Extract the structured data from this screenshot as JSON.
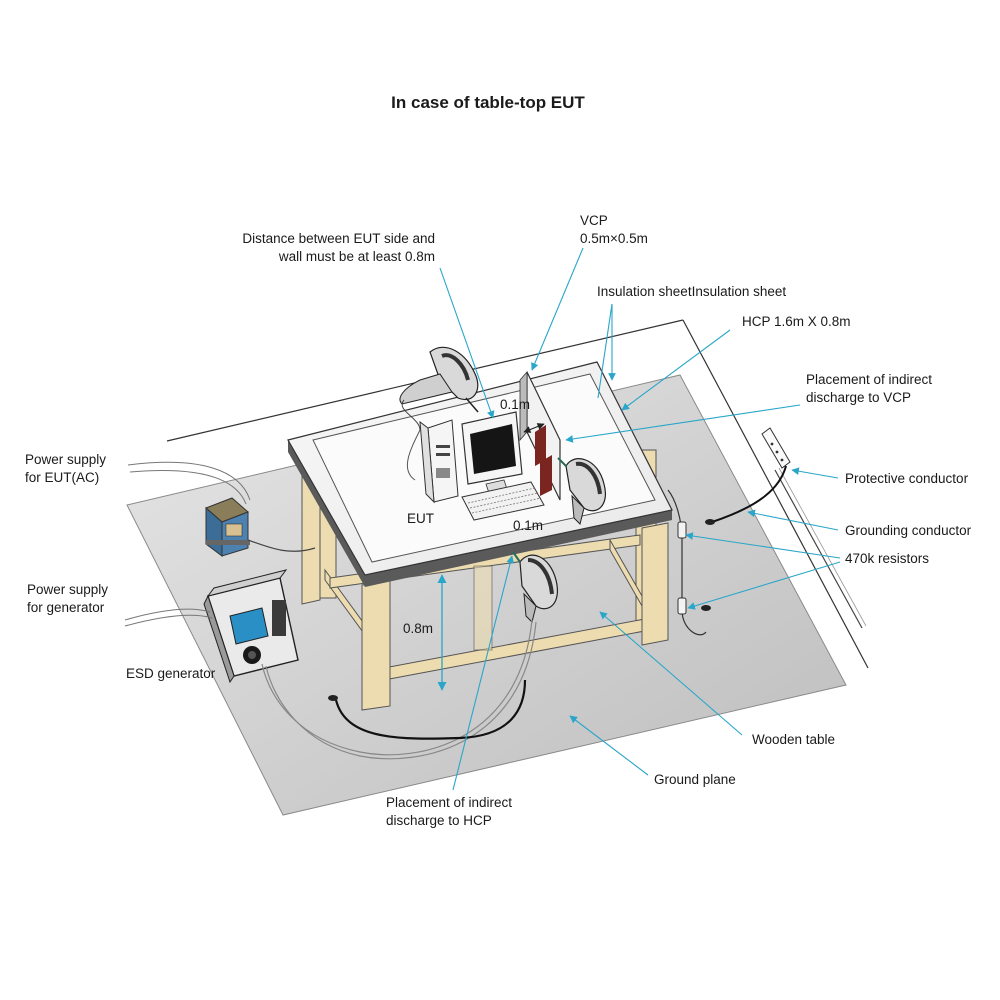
{
  "title": "In case of table-top EUT",
  "labels": {
    "distance_line1": "Distance between EUT side and",
    "distance_line2": "wall must be at least 0.8m",
    "vcp_line1": "VCP",
    "vcp_line2": "0.5m×0.5m",
    "insulation_sheet": "Insulation sheetInsulation sheet",
    "hcp": "HCP 1.6m X 0.8m",
    "indirect_vcp_line1": "Placement of indirect",
    "indirect_vcp_line2": "discharge to VCP",
    "protective_conductor": "Protective conductor",
    "grounding_conductor": "Grounding conductor",
    "resistors": "470k  resistors",
    "power_eut_line1": "Power supply",
    "power_eut_line2": "for EUT(AC)",
    "power_gen_line1": "Power supply",
    "power_gen_line2": "for generator",
    "esd_generator": "ESD generator",
    "eut": "EUT",
    "dim_01_upper": "0.1m",
    "dim_01_lower": "0.1m",
    "dim_08": "0.8m",
    "wooden_table": "Wooden table",
    "ground_plane": "Ground plane",
    "indirect_hcp_line1": "Placement of indirect",
    "indirect_hcp_line2": "discharge to HCP"
  },
  "colors": {
    "leader": "#29a6c9",
    "ground_plane": "#d4d4d4",
    "wood": "#ecdcb0",
    "table_edge": "#5a5a5a",
    "vcp_dark": "#7a2520"
  }
}
